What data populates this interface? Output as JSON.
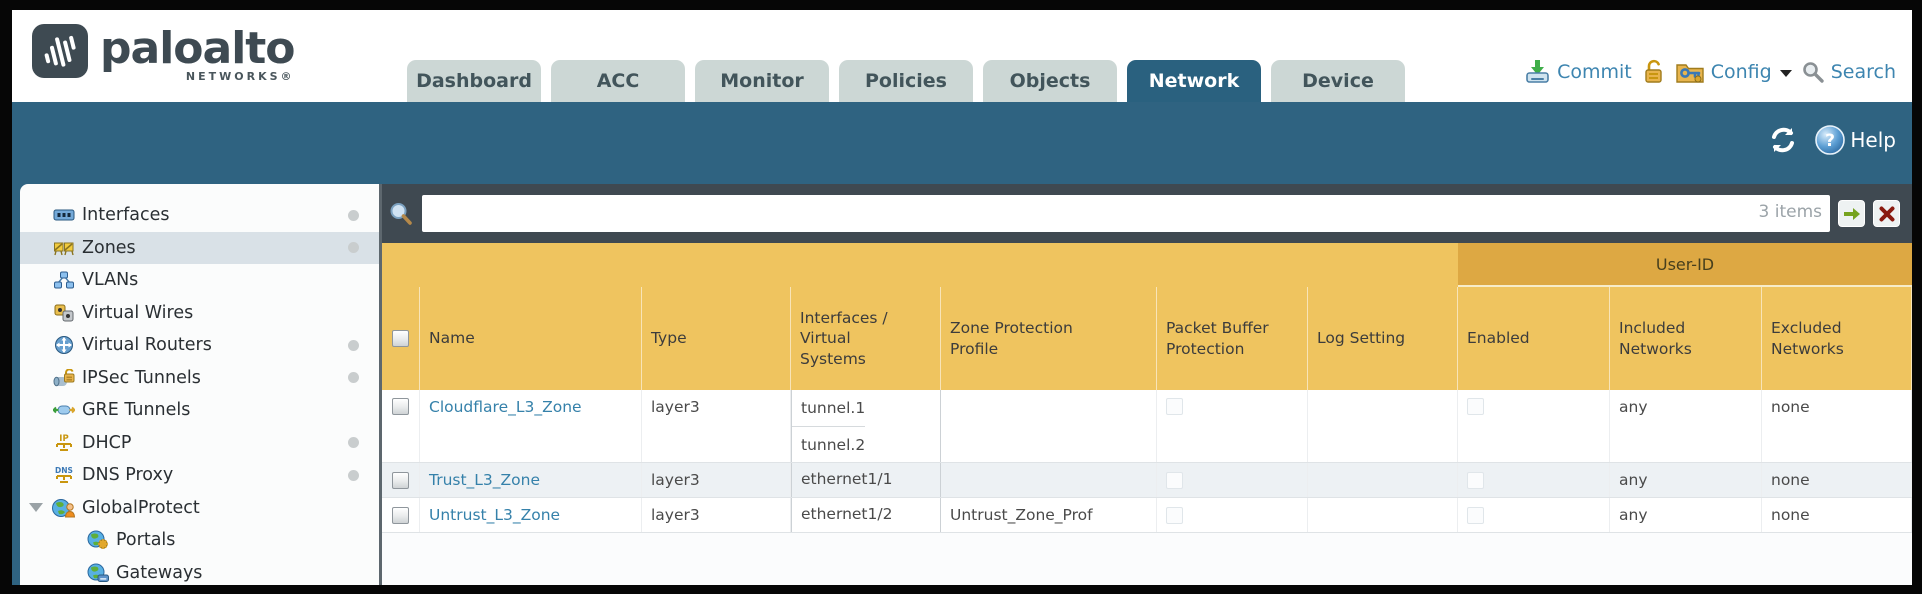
{
  "brand": {
    "name": "paloalto",
    "sub": "NETWORKS®"
  },
  "tabs": {
    "items": [
      "Dashboard",
      "ACC",
      "Monitor",
      "Policies",
      "Objects",
      "Network",
      "Device"
    ],
    "active": "Network"
  },
  "header_actions": {
    "commit": "Commit",
    "config": "Config",
    "search": "Search"
  },
  "band_actions": {
    "help": "Help"
  },
  "sidebar": {
    "items": [
      {
        "label": "Interfaces",
        "icon": "interfaces-icon",
        "dot": true,
        "selected": false
      },
      {
        "label": "Zones",
        "icon": "zones-icon",
        "dot": true,
        "selected": true
      },
      {
        "label": "VLANs",
        "icon": "vlans-icon",
        "dot": false,
        "selected": false
      },
      {
        "label": "Virtual Wires",
        "icon": "virtual-wires-icon",
        "dot": false,
        "selected": false
      },
      {
        "label": "Virtual Routers",
        "icon": "virtual-routers-icon",
        "dot": true,
        "selected": false
      },
      {
        "label": "IPSec Tunnels",
        "icon": "ipsec-tunnels-icon",
        "dot": true,
        "selected": false
      },
      {
        "label": "GRE Tunnels",
        "icon": "gre-tunnels-icon",
        "dot": false,
        "selected": false
      },
      {
        "label": "DHCP",
        "icon": "dhcp-icon",
        "dot": true,
        "selected": false
      },
      {
        "label": "DNS Proxy",
        "icon": "dns-proxy-icon",
        "dot": true,
        "selected": false
      },
      {
        "label": "GlobalProtect",
        "icon": "globalprotect-icon",
        "dot": false,
        "selected": false,
        "expanded": true
      },
      {
        "label": "Portals",
        "icon": "portals-icon",
        "dot": false,
        "selected": false,
        "child": true
      },
      {
        "label": "Gateways",
        "icon": "gateways-icon",
        "dot": false,
        "selected": false,
        "child": true
      }
    ]
  },
  "toolbar": {
    "items_count": "3 items"
  },
  "table": {
    "group_header": "User-ID",
    "columns": {
      "name": "Name",
      "type": "Type",
      "interfaces": "Interfaces / Virtual Systems",
      "zone_protection": "Zone Protection Profile",
      "packet_buffer": "Packet Buffer Protection",
      "log_setting": "Log Setting",
      "enabled": "Enabled",
      "included": "Included Networks",
      "excluded": "Excluded Networks"
    },
    "rows": [
      {
        "name": "Cloudflare_L3_Zone",
        "type": "layer3",
        "interfaces": [
          "tunnel.1",
          "tunnel.2"
        ],
        "zone_protection_profile": "",
        "log_setting": "",
        "included_networks": "any",
        "excluded_networks": "none"
      },
      {
        "name": "Trust_L3_Zone",
        "type": "layer3",
        "interfaces": [
          "ethernet1/1"
        ],
        "zone_protection_profile": "",
        "log_setting": "",
        "included_networks": "any",
        "excluded_networks": "none"
      },
      {
        "name": "Untrust_L3_Zone",
        "type": "layer3",
        "interfaces": [
          "ethernet1/2"
        ],
        "zone_protection_profile": "Untrust_Zone_Prof",
        "log_setting": "",
        "included_networks": "any",
        "excluded_networks": "none"
      }
    ]
  },
  "colors": {
    "header_amber": "#efc45f",
    "userid_band": "#dda843",
    "teal_band": "#2f6381",
    "toolbar_slate": "#3f4951",
    "link_blue": "#3581aa",
    "tab_inactive": "#ccd7d5",
    "tab_active": "#2a617f"
  }
}
